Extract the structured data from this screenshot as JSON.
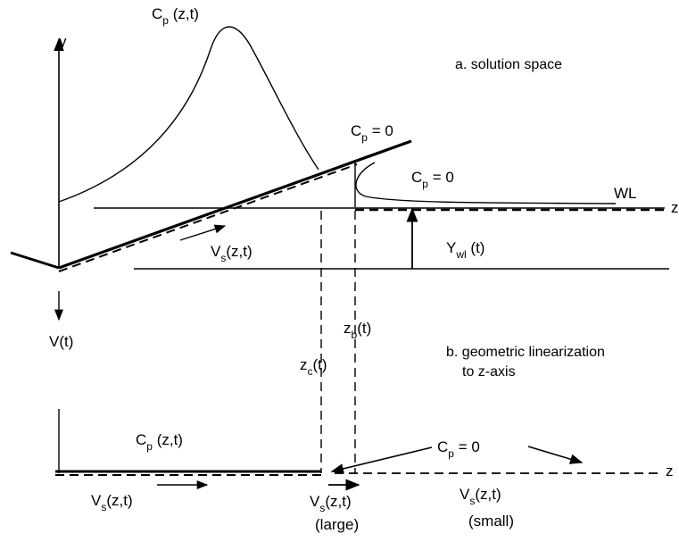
{
  "panel_a": {
    "caption": "a.  solution space",
    "y_axis": "y",
    "z_axis": "z",
    "wl_label": "WL",
    "pressure_curve": {
      "base": "C",
      "sub": "p",
      "rest": " (z,t)"
    },
    "cp_zero_upper": {
      "base": "C",
      "sub": "p",
      "rest": " = 0"
    },
    "cp_zero_jet": {
      "base": "C",
      "sub": "p",
      "rest": " = 0"
    },
    "vs_label": {
      "base": "V",
      "sub": "s",
      "rest": "(z,t)"
    },
    "ywl_label": {
      "base": "Y",
      "sub": "wl",
      "rest": " (t)"
    },
    "zb_label": {
      "base": "z",
      "sub": "b",
      "rest": "(t)"
    },
    "zc_label": {
      "base": "z",
      "sub": "c",
      "rest": "(t)"
    },
    "velocity_label": "V(t)"
  },
  "panel_b": {
    "caption_line1": "b.  geometric linearization",
    "caption_line2": "to z-axis",
    "z_axis": "z",
    "cp_label": {
      "base": "C",
      "sub": "p",
      "rest": " (z,t)"
    },
    "cp_zero": {
      "base": "C",
      "sub": "p",
      "rest": " = 0"
    },
    "vs_left": {
      "base": "V",
      "sub": "s",
      "rest": "(z,t)"
    },
    "vs_large": {
      "base": "V",
      "sub": "s",
      "rest": "(z,t)"
    },
    "vs_large_note": "(large)",
    "vs_small": {
      "base": "V",
      "sub": "s",
      "rest": "(z,t)"
    },
    "vs_small_note": "(small)"
  }
}
